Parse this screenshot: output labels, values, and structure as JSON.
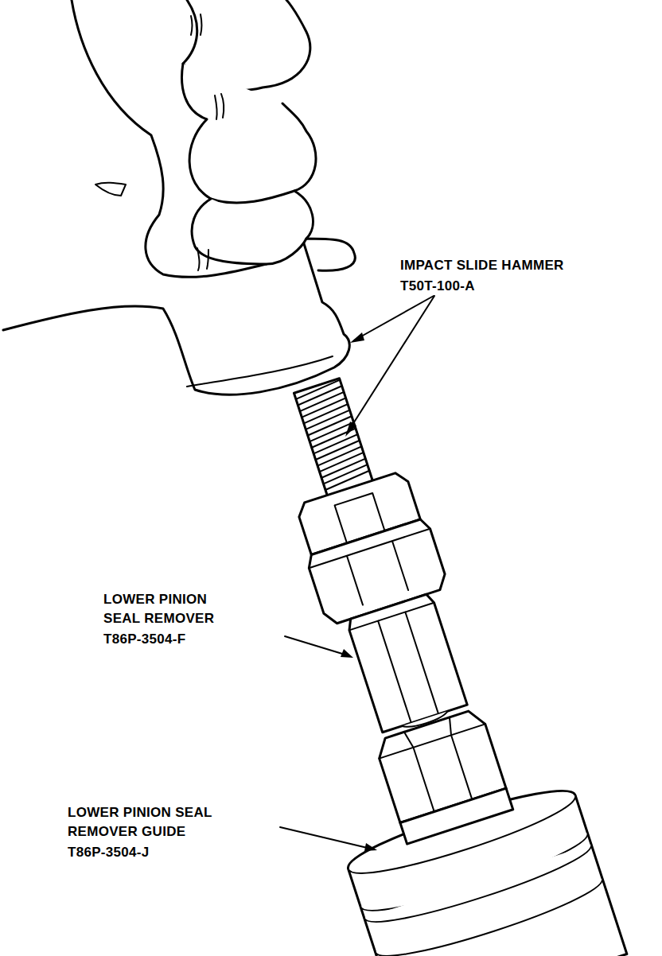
{
  "diagram": {
    "labels": [
      "IMPACT SLIDE HAMMER",
      "T50T-100-A",
      "LOWER PINION SEAL REMOVER",
      "T86P-3504-F",
      "LOWER PINION SEAL REMOVER GUIDE",
      "T86P-3504-J"
    ]
  }
}
